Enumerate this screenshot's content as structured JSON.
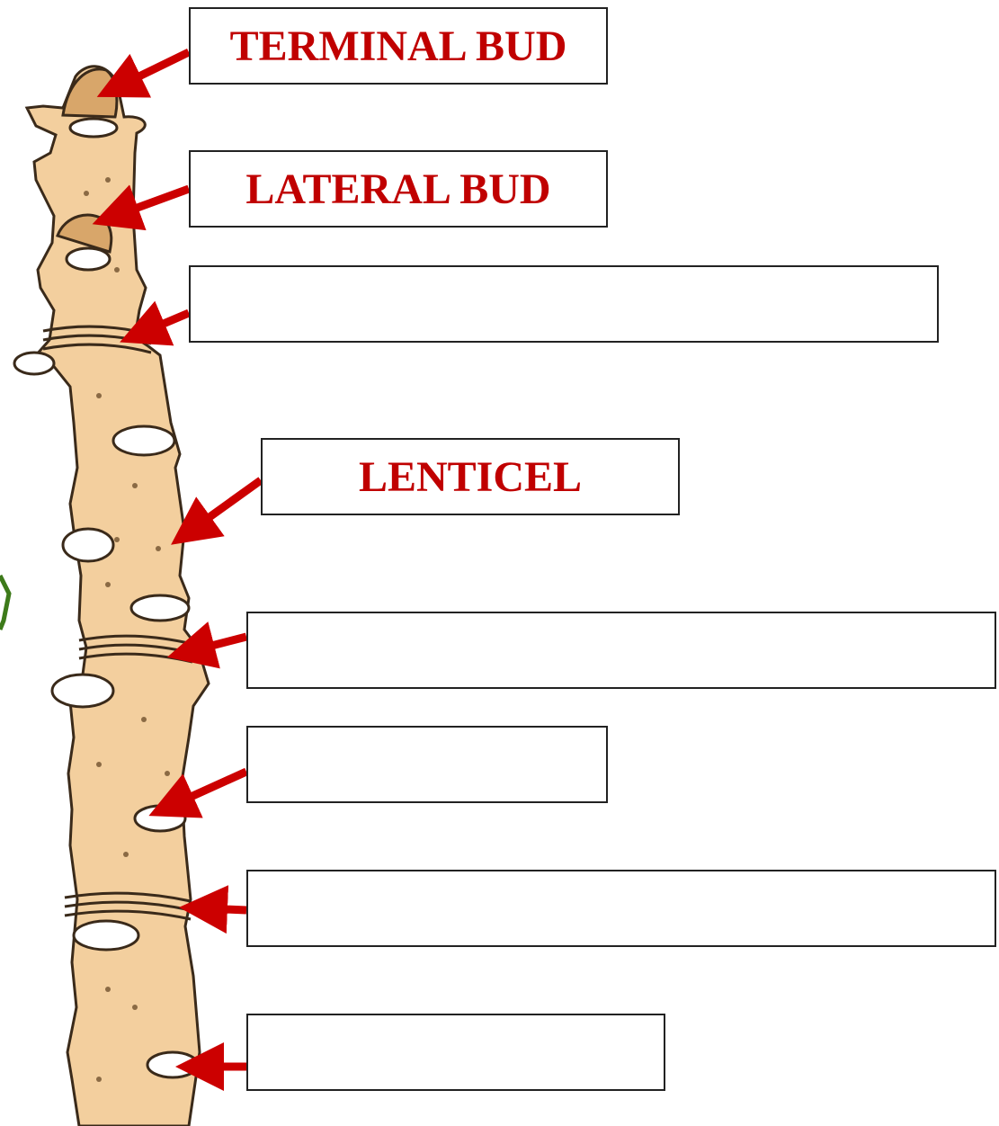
{
  "colors": {
    "label_text": "#c00000",
    "arrow": "#cc0000",
    "twig_fill": "#f3cf9e",
    "twig_outline": "#3a2a1a",
    "leaf_scar": "#ffffff",
    "box_border": "#222222"
  },
  "labels": {
    "terminal_bud": "TERMINAL BUD",
    "lateral_bud": "LATERAL BUD",
    "blank_1": "",
    "lenticel": "LENTICEL",
    "blank_2": "",
    "blank_3": "",
    "blank_4": "",
    "blank_5": ""
  }
}
